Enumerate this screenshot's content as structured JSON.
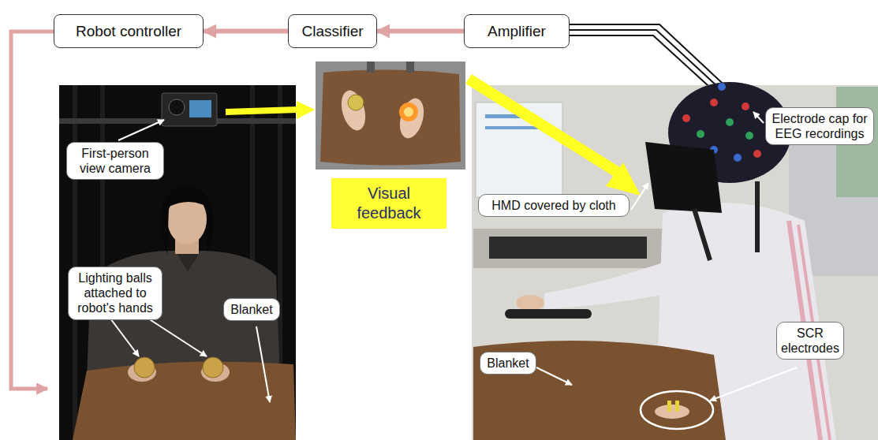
{
  "diagram": {
    "nodes": [
      {
        "text": [
          "Robot controller"
        ]
      },
      {
        "text": [
          "Classifier"
        ]
      },
      {
        "text": [
          "Amplifier"
        ]
      },
      {
        "text": [
          "First-person view camera"
        ]
      },
      {
        "text": [
          "Visual feedback"
        ]
      },
      {
        "text": [
          "Electrode cap for EEG recordings"
        ]
      },
      {
        "text": [
          "HMD covered by cloth"
        ]
      },
      {
        "text": [
          "Lighting balls attached to robot's hands"
        ]
      },
      {
        "text": [
          "Blanket"
        ]
      },
      {
        "text": [
          "Blanket"
        ]
      },
      {
        "text": [
          "SCR electrodes"
        ]
      }
    ],
    "edges": [
      {
        "from": 2,
        "to": 1,
        "arrow": "to"
      },
      {
        "from": 1,
        "to": 0,
        "arrow": "to"
      }
    ]
  }
}
